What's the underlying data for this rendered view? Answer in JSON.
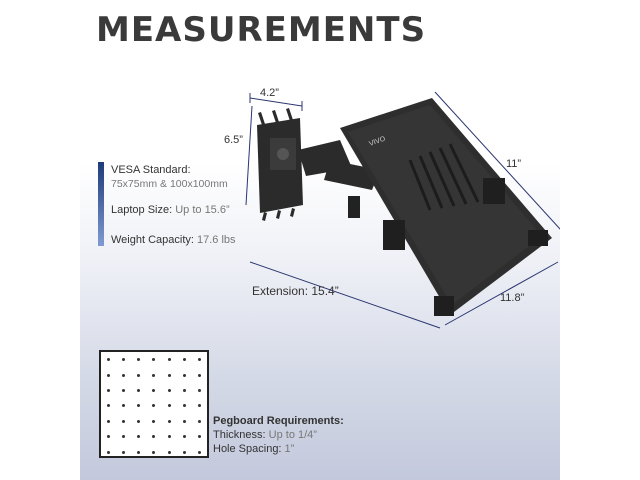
{
  "title": "MEASUREMENTS",
  "specs": {
    "vesa_label": "VESA Standard:",
    "vesa_value": "75x75mm & 100x100mm",
    "laptop_label": "Laptop Size: ",
    "laptop_value": "Up to 15.6”",
    "weight_label": "Weight Capacity: ",
    "weight_value": "17.6 lbs"
  },
  "dimensions": {
    "width_top": "4.2”",
    "height_left": "6.5”",
    "tray_depth": "11”",
    "tray_width": "11.8”",
    "extension": "Extension: 15.4”"
  },
  "product_logo": "VIVO",
  "pegboard": {
    "heading": "Pegboard Requirements:",
    "thickness_label": "Thickness: ",
    "thickness_value": "Up to 1/4”",
    "spacing_label": "Hole Spacing: ",
    "spacing_value": "1”"
  },
  "colors": {
    "accent": "#1d3a7a",
    "product": "#2b2b2b",
    "dimension_line": "#2a3570"
  }
}
